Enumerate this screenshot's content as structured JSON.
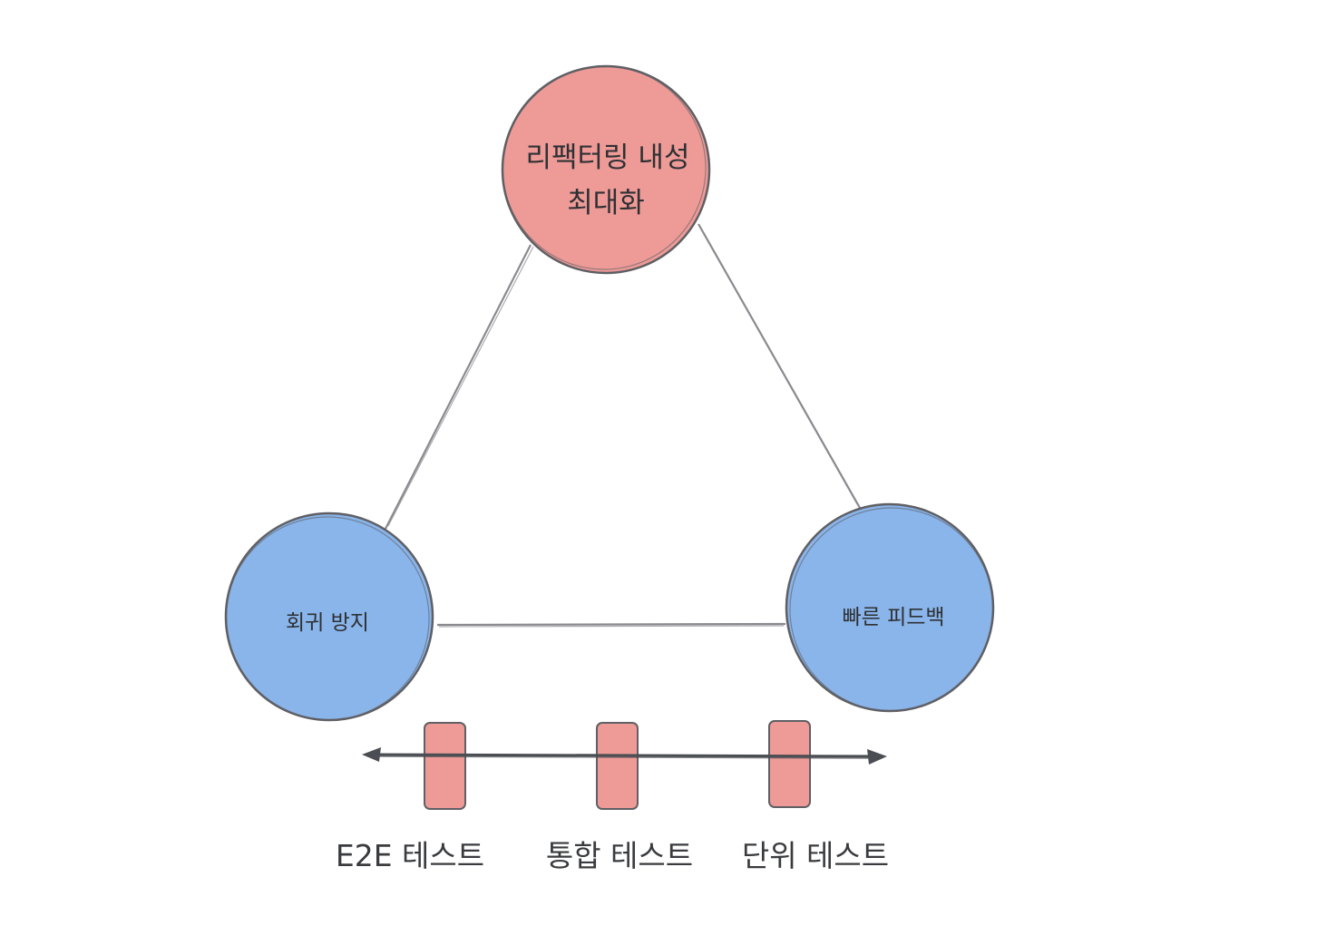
{
  "nodes": {
    "top": {
      "lines": [
        "리팩터링 내성",
        "최대화"
      ],
      "fill": "#ee9b98"
    },
    "left": {
      "lines": [
        "회귀 방지"
      ],
      "fill": "#89b5ea"
    },
    "right": {
      "lines": [
        "빠른 피드백"
      ],
      "fill": "#89b5ea"
    }
  },
  "spectrum": {
    "markers": [
      {
        "label": "E2E 테스트"
      },
      {
        "label": "통합 테스트"
      },
      {
        "label": "단위 테스트"
      }
    ],
    "marker_fill": "#ee9b98"
  },
  "colors": {
    "stroke": "#5f5f64",
    "edge": "#8a8a8f",
    "arrow": "#4a4d52"
  }
}
